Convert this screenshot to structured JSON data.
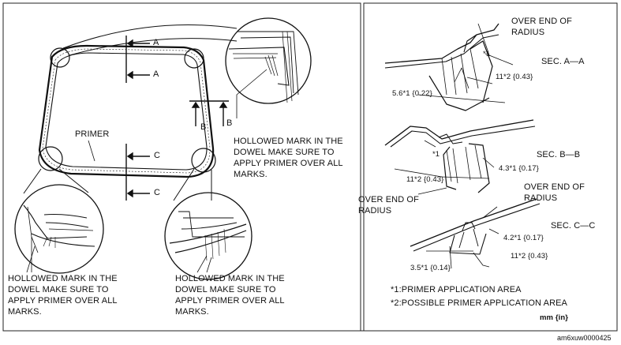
{
  "labels": {
    "primer": "PRIMER",
    "hollowed_top": "HOLLOWED MARK IN THE\nDOWEL MAKE SURE TO\nAPPLY PRIMER OVER ALL\nMARKS.",
    "hollowed_left": "HOLLOWED MARK IN THE\nDOWEL MAKE SURE TO\nAPPLY PRIMER OVER ALL\nMARKS.",
    "hollowed_right": "HOLLOWED MARK IN THE\nDOWEL MAKE SURE TO\nAPPLY PRIMER OVER ALL\nMARKS.",
    "over_end_a": "OVER END OF\nRADIUS",
    "over_end_b": "OVER END OF\nRADIUS",
    "over_end_c": "OVER END OF\nRADIUS"
  },
  "section_marks": {
    "a_top": "A",
    "a_bottom": "A",
    "b_left": "B",
    "b_right": "B",
    "c_top": "C",
    "c_bottom": "C"
  },
  "sections": {
    "a": {
      "title": "SEC. A—A",
      "dim1": "*1",
      "dim2": "11*2 {0.43}",
      "dim3": "5.6*1 {0.22}"
    },
    "b": {
      "title": "SEC. B—B",
      "dim1": "*1",
      "dim2": "4.3*1 {0.17}",
      "dim3": "11*2 {0.43}"
    },
    "c": {
      "title": "SEC. C—C",
      "dim1": "4.2*1 {0.17}",
      "dim2": "11*2 {0.43}",
      "dim3": "3.5*1 {0.14}"
    }
  },
  "legend": {
    "note1": "*1:PRIMER APPLICATION AREA",
    "note2": "*2:POSSIBLE PRIMER APPLICATION AREA",
    "units": "mm {in}"
  },
  "figure_id": "am6xuw0000425"
}
